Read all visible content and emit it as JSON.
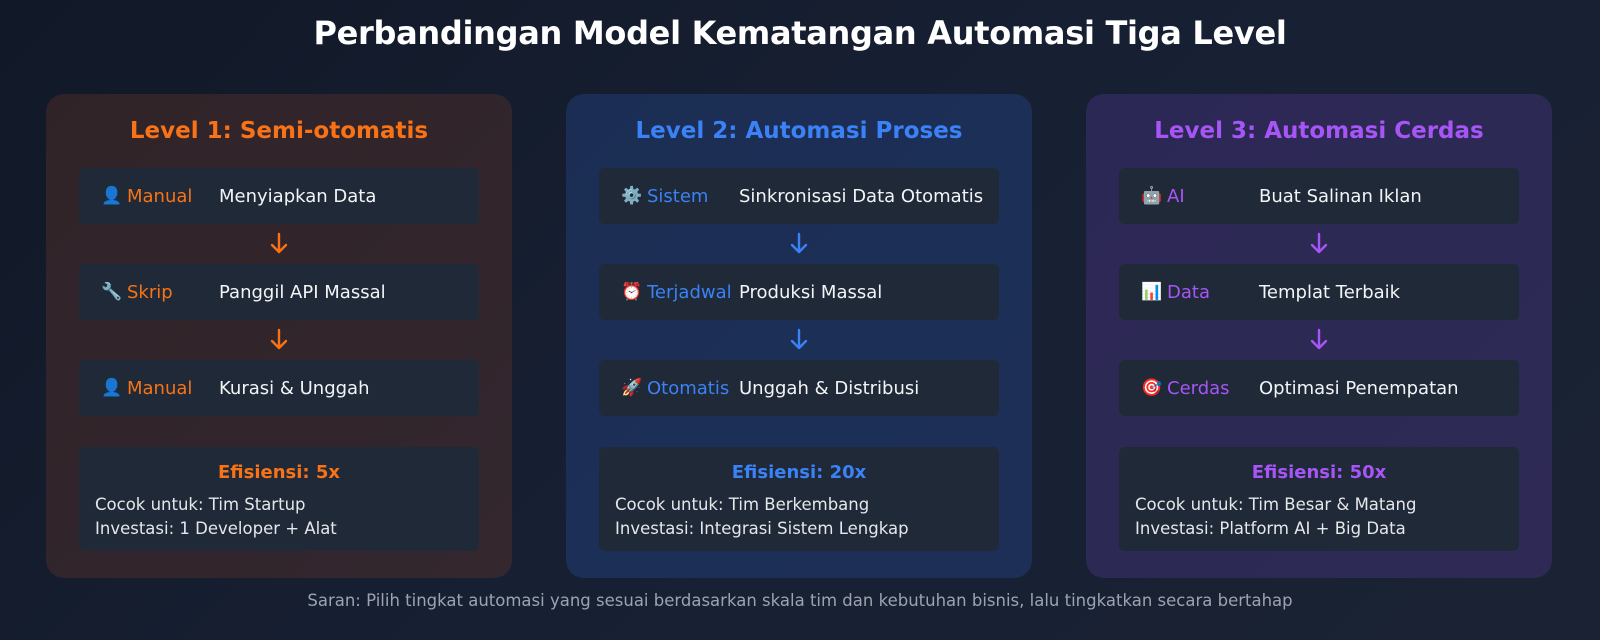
{
  "title": "Perbandingan Model Kematangan Automasi Tiga Level",
  "colors": {
    "level1": "#f97316",
    "level2": "#3b82f6",
    "level3": "#a855f7"
  },
  "levels": [
    {
      "title": "Level 1: Semi-otomatis",
      "steps": [
        {
          "icon": "👤",
          "icon_name": "person-icon",
          "actor": "Manual",
          "action": "Menyiapkan Data"
        },
        {
          "icon": "🔧",
          "icon_name": "wrench-icon",
          "actor": "Skrip",
          "action": "Panggil API Massal"
        },
        {
          "icon": "👤",
          "icon_name": "person-icon",
          "actor": "Manual",
          "action": "Kurasi & Unggah"
        }
      ],
      "efficiency": "Efisiensi: 5x",
      "fit": "Cocok untuk: Tim Startup",
      "investment": "Investasi: 1 Developer + Alat"
    },
    {
      "title": "Level 2: Automasi Proses",
      "steps": [
        {
          "icon": "⚙️",
          "icon_name": "gear-icon",
          "actor": "Sistem",
          "action": "Sinkronisasi Data Otomatis"
        },
        {
          "icon": "⏰",
          "icon_name": "alarm-clock-icon",
          "actor": "Terjadwal",
          "action": "Produksi Massal"
        },
        {
          "icon": "🚀",
          "icon_name": "rocket-icon",
          "actor": "Otomatis",
          "action": "Unggah & Distribusi"
        }
      ],
      "efficiency": "Efisiensi: 20x",
      "fit": "Cocok untuk: Tim Berkembang",
      "investment": "Investasi: Integrasi Sistem Lengkap"
    },
    {
      "title": "Level 3: Automasi Cerdas",
      "steps": [
        {
          "icon": "🤖",
          "icon_name": "robot-icon",
          "actor": "AI",
          "action": "Buat Salinan Iklan"
        },
        {
          "icon": "📊",
          "icon_name": "bar-chart-icon",
          "actor": "Data",
          "action": "Templat Terbaik"
        },
        {
          "icon": "🎯",
          "icon_name": "target-icon",
          "actor": "Cerdas",
          "action": "Optimasi Penempatan"
        }
      ],
      "efficiency": "Efisiensi: 50x",
      "fit": "Cocok untuk: Tim Besar & Matang",
      "investment": "Investasi: Platform AI + Big Data"
    }
  ],
  "note": "Saran: Pilih tingkat automasi yang sesuai berdasarkan skala tim dan kebutuhan bisnis, lalu tingkatkan secara bertahap"
}
